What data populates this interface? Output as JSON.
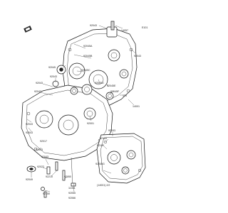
{
  "header": {
    "code": "E101"
  },
  "part_numbers": {
    "p92043_top": "92043",
    "p14057": "14057",
    "p92043_right1": "92043",
    "p92045a": "92045A",
    "p92045b": "92045B",
    "p92045c": "92045C",
    "p92045d": "92045D",
    "p92045e": "92045E",
    "p92045f": "92045F",
    "p92045g": "92045G",
    "p92043_left1": "92043",
    "p92043_left2": "92043",
    "p92043_left3": "92043",
    "p92043_left4": "92043",
    "p14001": "14001",
    "p170": "170",
    "p92001": "92001",
    "p92043_mid": "92043",
    "p92022": "92022",
    "p92043_bot1": "92043",
    "p92043_bot2": "92043",
    "p92049": "92049",
    "p92210": "92210",
    "p92150": "92150",
    "p92150b": "92150",
    "p11061": "11061",
    "p92055": "92055",
    "p92066": "92066",
    "p92153": "92153",
    "p92143": "92143",
    "p92150c": "92150",
    "p14001b": "(14001) 2/2",
    "p92045_wash": "92045",
    "p92017": "92017"
  }
}
